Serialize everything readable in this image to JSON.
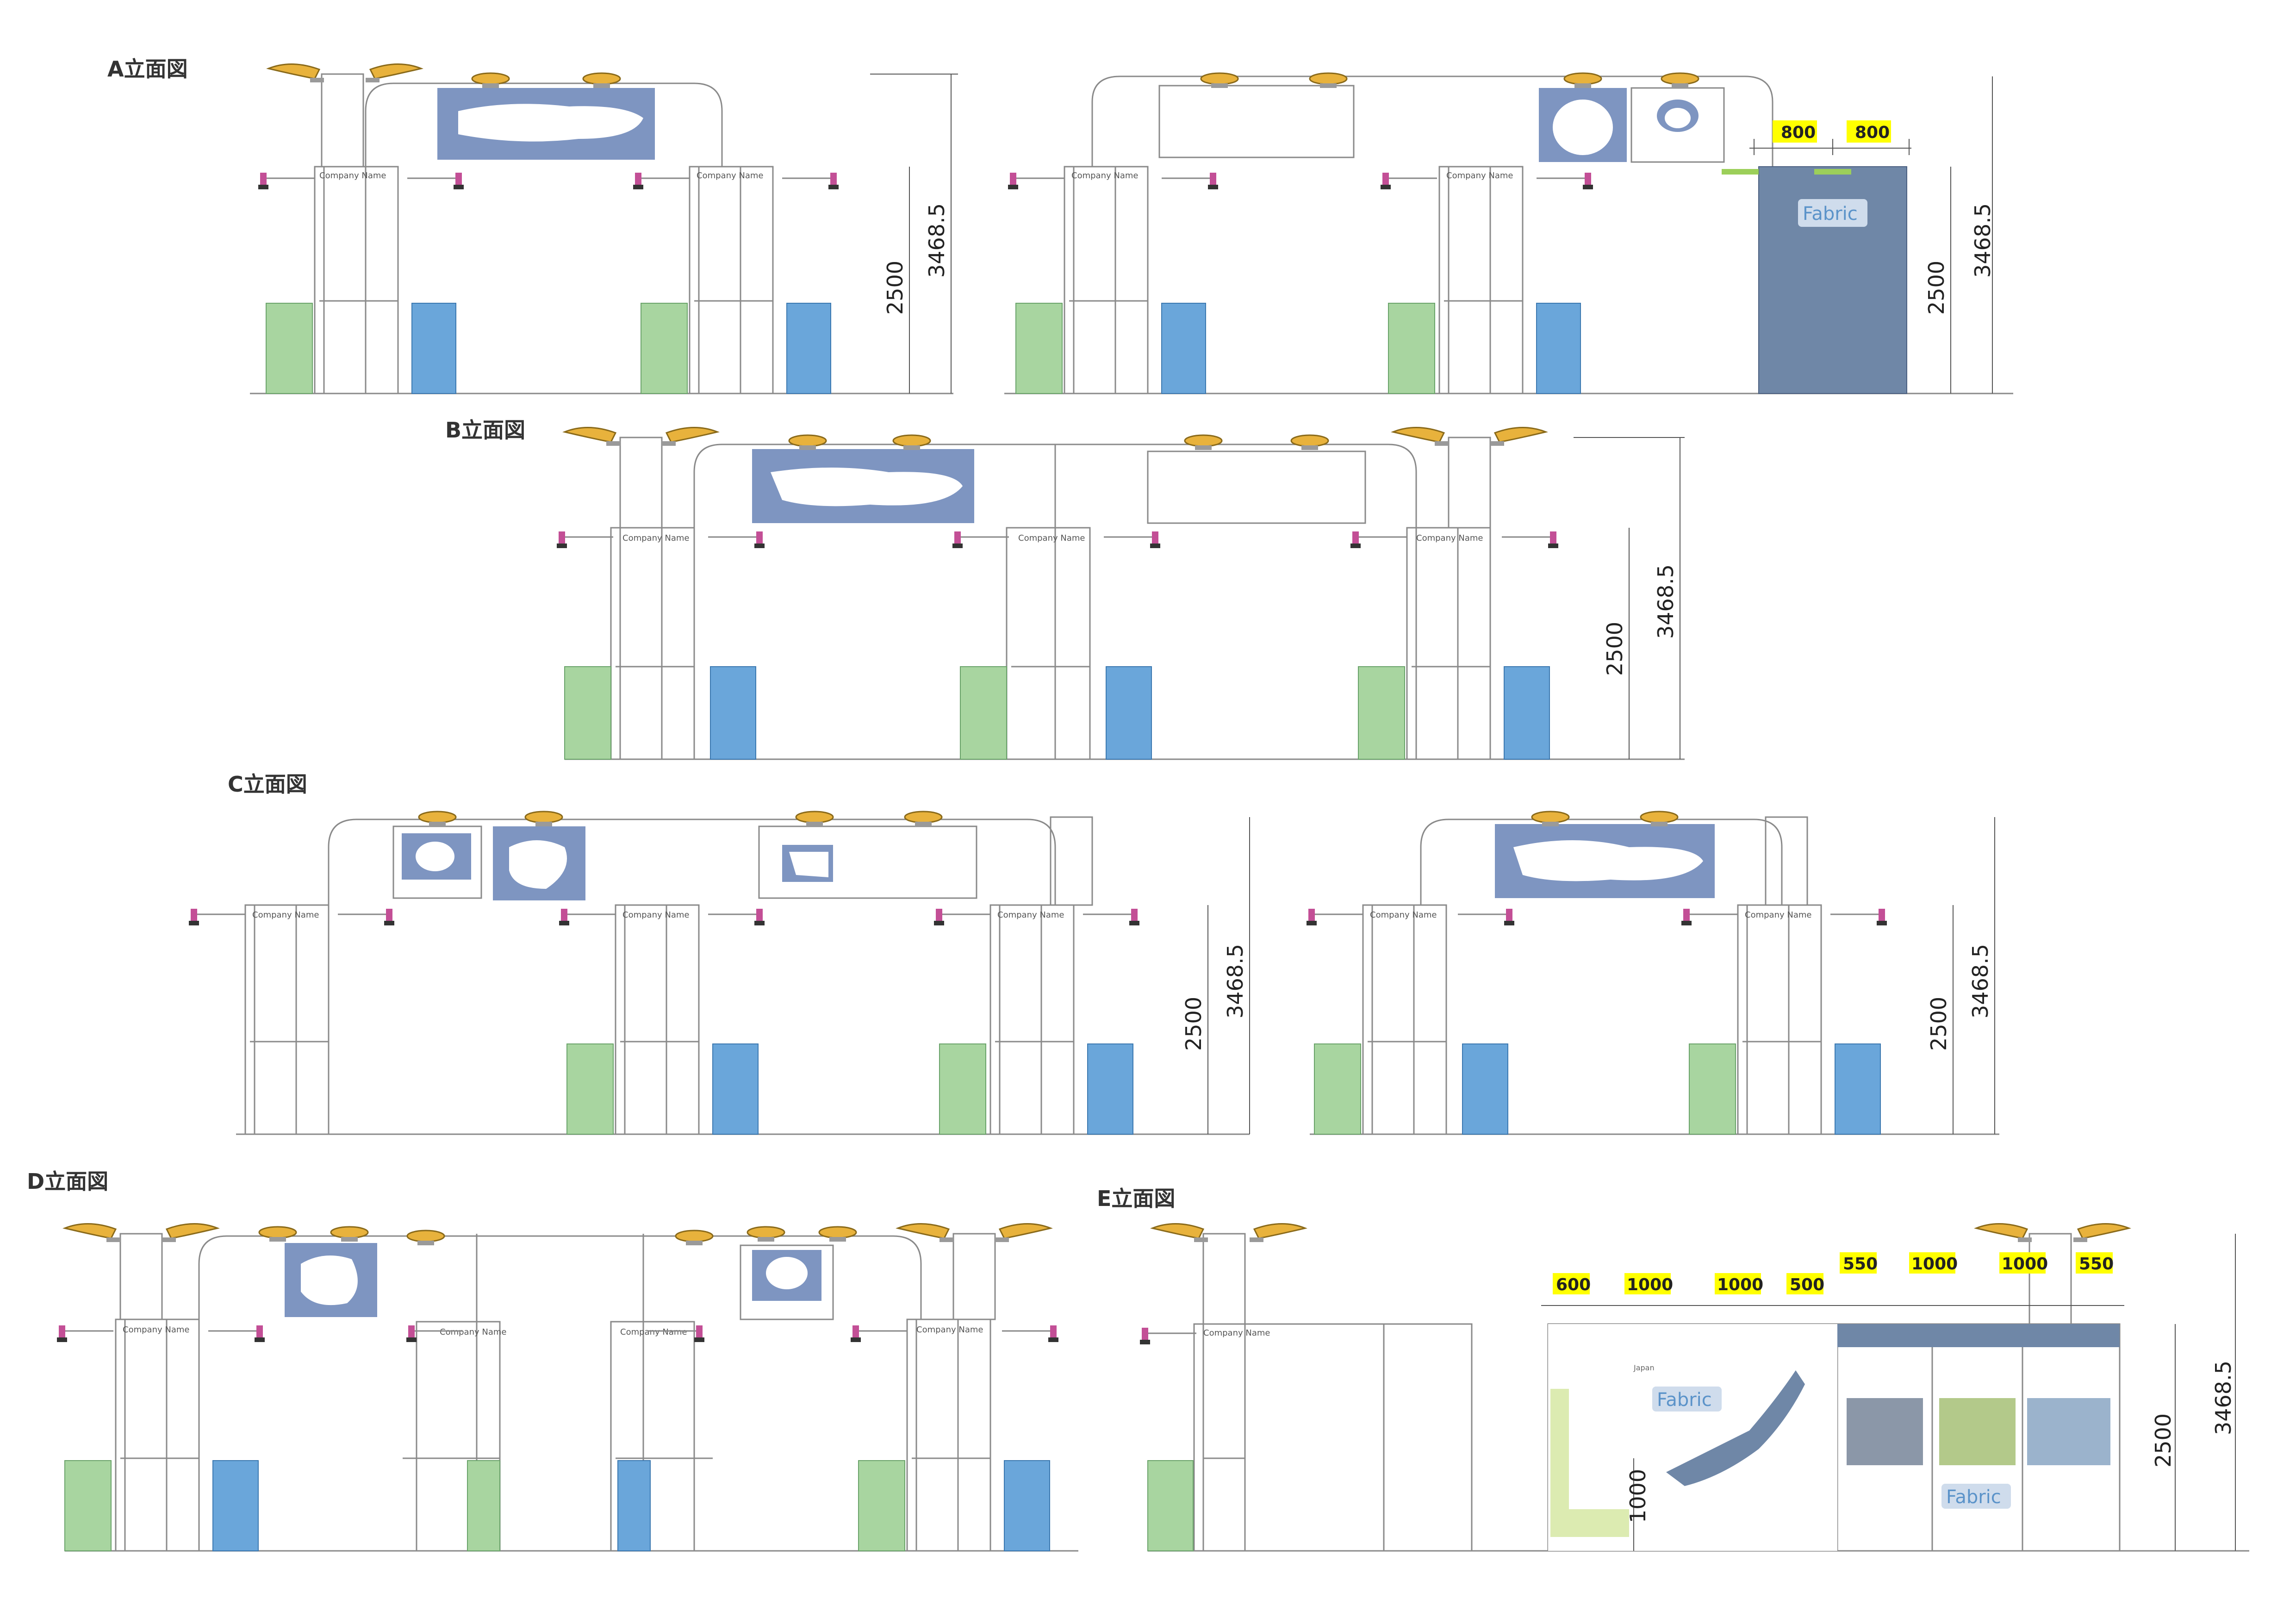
{
  "labels": {
    "company": "Company Name",
    "fabric": "Fabric",
    "japan": "Japan"
  },
  "colors": {
    "frame": "#8a8a8a",
    "panel_green": "#a8d5a0",
    "panel_blue": "#6aa6da",
    "panel_fabric": "#6f87a7",
    "graphic": "#7e95c1",
    "lamp": "#e8b23c",
    "spot": "#c34f96",
    "highlight": "#ffff00"
  },
  "sections": {
    "A": {
      "title": "A立面図",
      "dims": {
        "h_panel": "2500",
        "h_total": "3468.5",
        "h_panel2": "2500",
        "h_total2": "3468.5",
        "w1": "800",
        "w2": "800"
      }
    },
    "B": {
      "title": "B立面図",
      "dims": {
        "h_panel": "2500",
        "h_total": "3468.5"
      }
    },
    "C": {
      "title": "C立面図",
      "dims": {
        "h_panel": "2500",
        "h_total": "3468.5",
        "h_panel2": "2500",
        "h_total2": "3468.5"
      }
    },
    "D": {
      "title": "D立面図"
    },
    "E": {
      "title": "E立面図",
      "dims": {
        "h_panel": "2500",
        "h_total": "3468.5",
        "h_low": "1000",
        "w": [
          "600",
          "1000",
          "1000",
          "500",
          "550",
          "1000",
          "1000",
          "550"
        ]
      }
    }
  }
}
